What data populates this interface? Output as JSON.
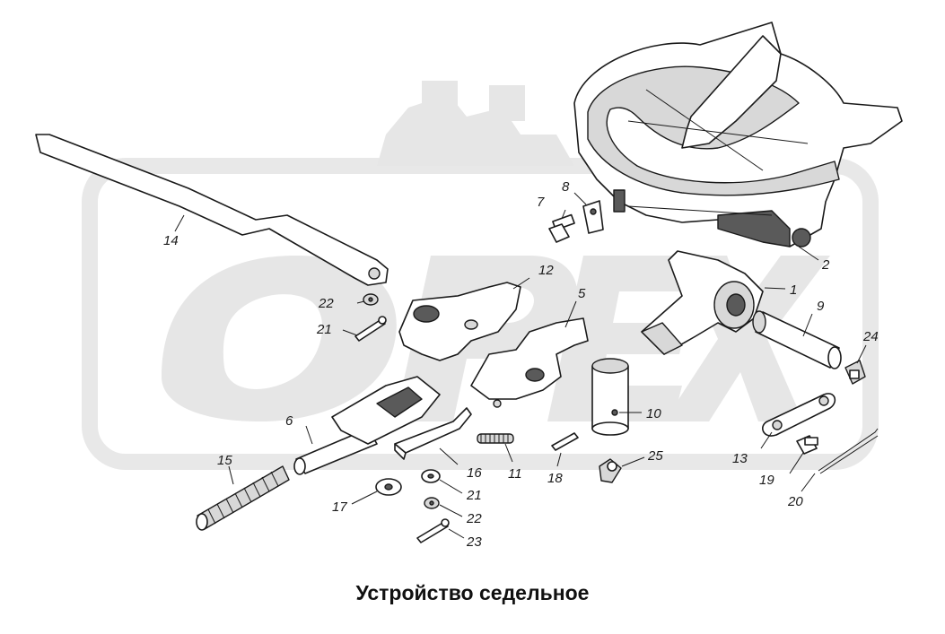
{
  "caption": "Устройство седельное",
  "watermark": {
    "text": "OPEX",
    "color": "#e3e3e3"
  },
  "labels": {
    "p1": "1",
    "p2": "2",
    "p5": "5",
    "p6": "6",
    "p7": "7",
    "p8": "8",
    "p9": "9",
    "p10": "10",
    "p11": "11",
    "p12": "12",
    "p13": "13",
    "p14": "14",
    "p15": "15",
    "p16": "16",
    "p17": "17",
    "p18": "18",
    "p19": "19",
    "p20": "20",
    "p21a": "21",
    "p21b": "21",
    "p22a": "22",
    "p22b": "22",
    "p23": "23",
    "p24": "24",
    "p25": "25"
  }
}
